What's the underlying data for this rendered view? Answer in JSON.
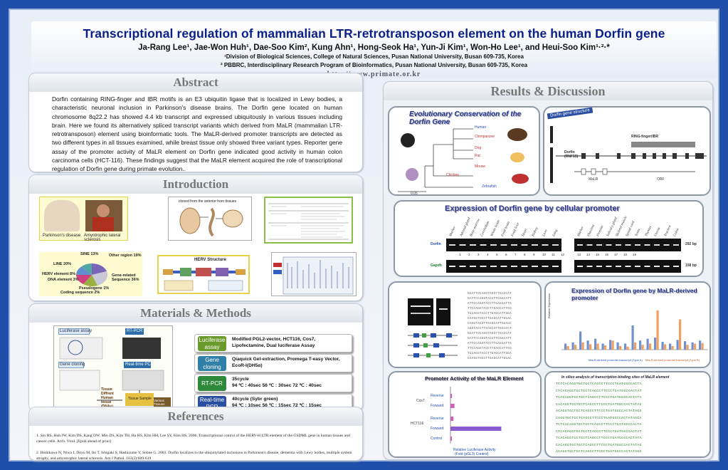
{
  "header": {
    "title": "Transcriptional regulation of mammalian LTR-retrotransposon element on the human Dorfin gene",
    "authors": "Ja-Rang Lee¹, Jae-Won Huh¹, Dae-Soo Kim², Kung Ahn¹, Hong-Seok Ha¹, Yun-Ji Kim¹, Won-Ho Lee¹, and Heui-Soo Kim¹·²·*",
    "affil1": "¹Division of Biological Sciences, College of Natural Sciences, Pusan National University, Busan 609-735, Korea",
    "affil2": "² PBBRC, Interdisciplinary Research Program of Bioinformatics, Pusan National University, Busan 609-735, Korea",
    "url": "http://www.primate.or.kr"
  },
  "abstract": {
    "title": "Abstract",
    "text": "Dorfin containing RING-finger and IBR motifs is an E3 ubiquitin ligase that is localized in Lewy bodies, a characteristic neuronal inclusion in Parkinson's disease brains.  The Dorfin gene located on human chromosome 8q22.2 has showed 4.4 kb transcript and expressed ubiquitously in various tissues including brain. Here we found its alternatively spliced transcript variants which derived from MaLR (mammalian LTR-retrotransposon) element using bioinformatic tools.  The MaLR-derived promoter transcripts are detected as two different types in all tissues examined, while breast tissue only showed three variant types.  Reporter gene assay of the promoter activity of MaLR element on Dorfin gene indicated good activity in human colon carcinoma cells (HCT-116).  These findings suggest that the MaLR element acquired the role of transcriptional regulation of Dorfin gene during primate evolution.."
  },
  "introduction": {
    "title": "Introduction",
    "fig1_labels": [
      "Parkinson's disease",
      "Amyotrophic lateral sclerosis"
    ],
    "fig2_caption": "cloned from the anterior horn tissues",
    "pie_labels": [
      "SINE 13%",
      "Other region 19%",
      "LINE 20%",
      "HERV element 8%",
      "DNA element 3%",
      "Pseudogene 1%",
      "Coding sequence 2%",
      "Gene-related Sequence 36%"
    ],
    "herv_label": "HERV Structure"
  },
  "methods": {
    "title": "Materials & Methods",
    "diagram_labels": [
      "Luciferase assay",
      "RT-PCR",
      "Gene cloning",
      "Real-time PCR",
      "Tissue Sample",
      "Various Tissues",
      "Tissue Diffrent Human tissue (DNAs)"
    ],
    "rows": [
      {
        "btn": "Luciferase assay",
        "line1": "Modified PGL2-vector, HCT116, Cos7,",
        "line2": "Lipofectamine, Dual luciferase Assay",
        "color": "#6a9a2c"
      },
      {
        "btn": "Gene cloning",
        "line1": "Qiaquick Gel-extraction,  Promega T-easy Vector,",
        "line2": "EcoR-I(DH5α)",
        "color": "#2f7fa6"
      },
      {
        "btn": "RT-PCR",
        "line1": "35cycle",
        "line2": "94 ℃ : 40sec   56 ℃ : 30sec   72 ℃ : 40sec",
        "color": "#2e8a3a"
      },
      {
        "btn": "Real-time PCR",
        "line1": "40cycle (Sybr green)",
        "line2": "94 ℃ : 10sec   56 ℃ : 15sec   72 ℃ : 15sec",
        "color": "#2a4fa0"
      }
    ]
  },
  "references": {
    "title": "References",
    "ref1": "1. Sin HS, Huh JW, Kim DS, Kang DW, Min DS, Kim TH, Ha HS, Kim HH, Lee SY, Kim HS. 2006. Transcriptional control of the HERV-H LTR element of the GSDML gene in human tissues and cancer cells. Arch. Virol. [Epub ahead of print]",
    "ref2": "2. Hishikawa N, Niwa J, Doyu M, Ito T, Ishigaki S, Hashizume Y, Sobue G. 2003. Dorfin localizes to the ubiquitylated inclusions in Parkinson's disease, dementia with Lewy bodies, multiple system atrophy, and amyotrophic lateral sclerosis. Am J Pathol. 163(2):609-619"
  },
  "results": {
    "title": "Results & Discussion",
    "evo_title": "Evolutionary Conservation of the Dorfin Gene",
    "evo_species": [
      "Human",
      "Chimpanzee",
      "Dog",
      "Rat",
      "Mouse",
      "Chicken",
      "Zebrafish"
    ],
    "evo_scale": "0.05",
    "structure_title": "Dorfin gene structure",
    "structure_labels": [
      "RING-finger/IBR",
      "Dorfin (RNF19)",
      "MaLR",
      "ORF"
    ],
    "expr_title": "Expression of Dorfin gene by cellular promoter",
    "expr_tissues": [
      "Marker",
      "Adrenal gland",
      "Bone marrow",
      "Cerebellum",
      "Whole brain",
      "Fetal brain",
      "Fetal liver",
      "Heart",
      "Kidney",
      "Liver",
      "Lung",
      "Marker",
      "Placenta",
      "Prostate",
      "Salivary gland",
      "Skeletal muscle",
      "Spinal cord",
      "Testis",
      "Thymus",
      "Uterus",
      "Trachea",
      "Colon"
    ],
    "expr_rows": [
      "Dorfin",
      "Gapdh"
    ],
    "expr_sizes": [
      "292 bp",
      "158 bp"
    ],
    "lane_numbers": [
      "1",
      "2",
      "3",
      "4",
      "5",
      "6",
      "7",
      "8",
      "9",
      "10",
      "11",
      "12",
      "13",
      "14",
      "15",
      "16",
      "17",
      "18",
      "19"
    ],
    "malr_expr_title": "Expression of Dorfin gene by MaLR-derived promoter",
    "malr_legend": [
      "MaLR-derived promoter transcript (Type A)",
      "MaLR-derived promoter transcript (Type B)"
    ],
    "malr_ylabel": "Relative Expression",
    "promoter_title": "Promoter Activity of the MaLR Element",
    "promoter_rows": [
      "Reverse",
      "Forward",
      "Reverse",
      "Forward",
      "Control"
    ],
    "promoter_groups": [
      "Cos7",
      "HCT116"
    ],
    "promoter_xlabel": "Relative Luciferase Activity",
    "promoter_xsub": "(Fold (pGL3) Control)",
    "insilico_title": "In silico analysis of transcription binding sites of MaLR element"
  }
}
